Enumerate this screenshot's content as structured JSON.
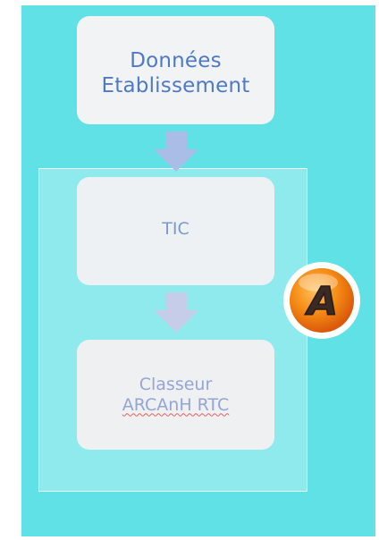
{
  "diagram": {
    "top_box": {
      "line1": "Données",
      "line2": "Etablissement"
    },
    "middle_box": {
      "label": "TIC"
    },
    "bottom_box": {
      "line1": "Classeur",
      "line2": "ARCAnH RTC"
    },
    "badge": {
      "letter": "A",
      "icon": "arcanh-logo-icon"
    },
    "colors": {
      "background": "#5fe1e6",
      "box_fill": "#f2f3f5",
      "arrow_fill": "#a9bde6",
      "badge_orange": "#f07a10"
    }
  }
}
